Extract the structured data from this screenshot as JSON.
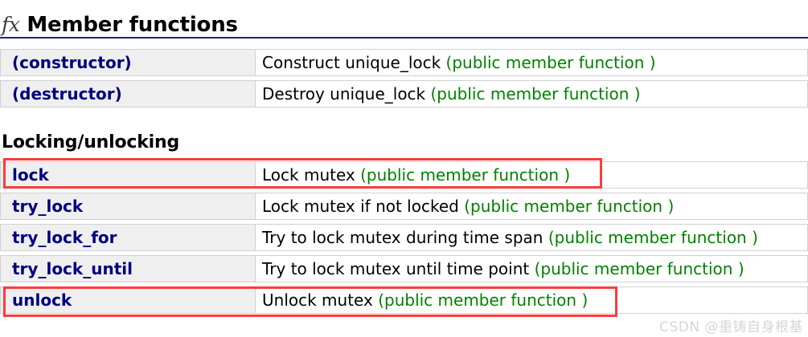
{
  "header": {
    "icon": "fx-icon",
    "icon_glyph": "fx",
    "title": "Member functions",
    "rule_color": "#20207a"
  },
  "colors": {
    "name_text": "#000080",
    "name_bg": "#efefef",
    "desc_text": "#000000",
    "note_text": "#008000",
    "annotation": "#fb3b3b",
    "watermark": "#d6d6d6"
  },
  "tables": [
    {
      "id": "member-functions",
      "rows": [
        {
          "name": "(constructor)",
          "desc": "Construct unique_lock",
          "note": "(public member function )",
          "highlighted": false
        },
        {
          "name": "(destructor)",
          "desc": "Destroy unique_lock",
          "note": "(public member function )",
          "highlighted": false
        }
      ]
    },
    {
      "id": "locking-unlocking",
      "heading": "Locking/unlocking",
      "rows": [
        {
          "name": "lock",
          "desc": "Lock mutex",
          "note": "(public member function )",
          "highlighted": true
        },
        {
          "name": "try_lock",
          "desc": "Lock mutex if not locked",
          "note": "(public member function )",
          "highlighted": false
        },
        {
          "name": "try_lock_for",
          "desc": "Try to lock mutex during time span",
          "note": "(public member function )",
          "highlighted": false
        },
        {
          "name": "try_lock_until",
          "desc": "Try to lock mutex until time point",
          "note": "(public member function )",
          "highlighted": false
        },
        {
          "name": "unlock",
          "desc": "Unlock mutex",
          "note": "(public member function )",
          "highlighted": true
        }
      ]
    }
  ],
  "watermark": {
    "text": "CSDN @重铸自身根基"
  }
}
